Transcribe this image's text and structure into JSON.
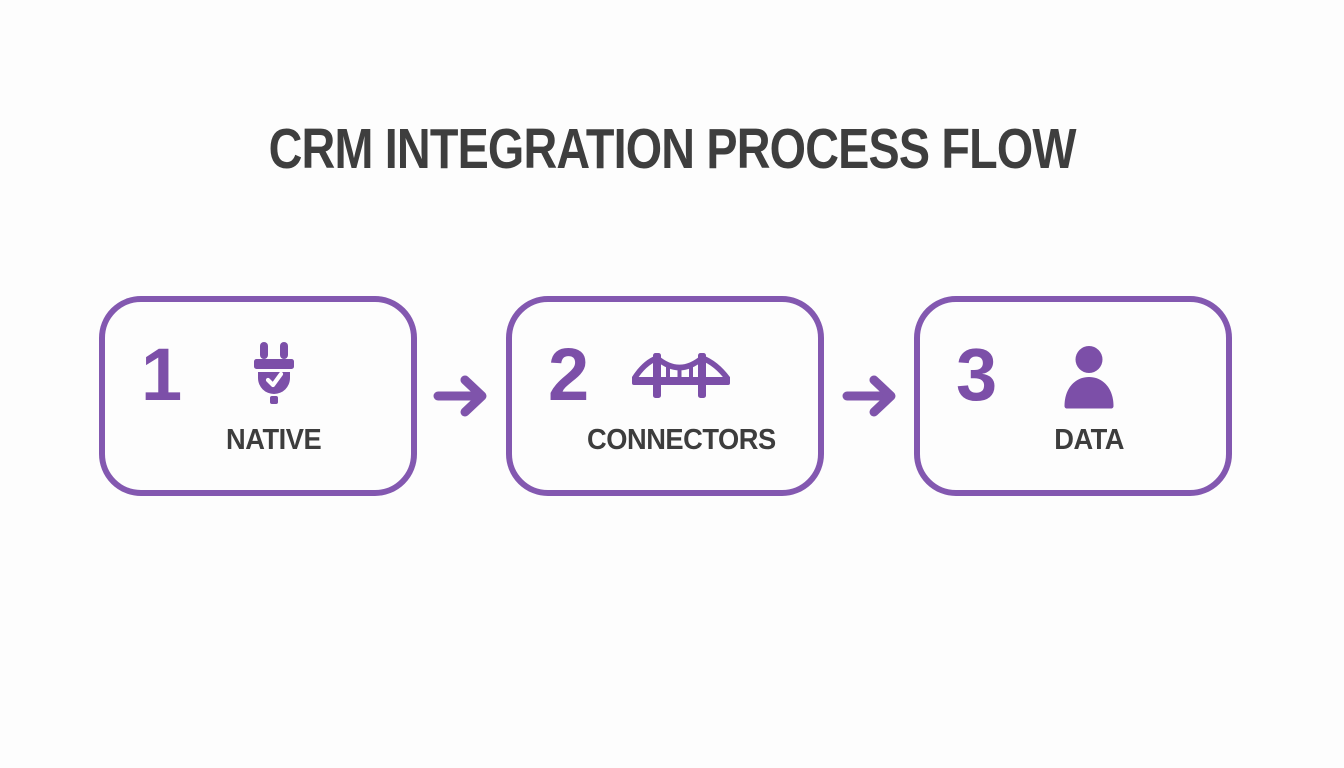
{
  "title": "CRM INTEGRATION PROCESS FLOW",
  "colors": {
    "accent_purple_border": "#8358B0",
    "icon_purple": "#7C4FA8",
    "text_dark": "#3E3E3E",
    "background": "#FDFDFD"
  },
  "steps": [
    {
      "number": "1",
      "label": "NATIVE",
      "icon": "plug-check-icon"
    },
    {
      "number": "2",
      "label": "CONNECTORS",
      "icon": "bridge-icon"
    },
    {
      "number": "3",
      "label": "DATA",
      "icon": "person-icon"
    }
  ],
  "connectors": [
    {
      "icon": "arrow-right-icon"
    },
    {
      "icon": "arrow-right-icon"
    }
  ]
}
